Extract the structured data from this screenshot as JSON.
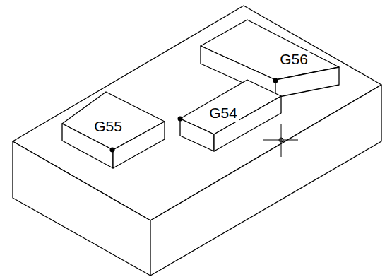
{
  "diagram": {
    "labels": [
      "G56",
      "G54",
      "G55"
    ]
  }
}
